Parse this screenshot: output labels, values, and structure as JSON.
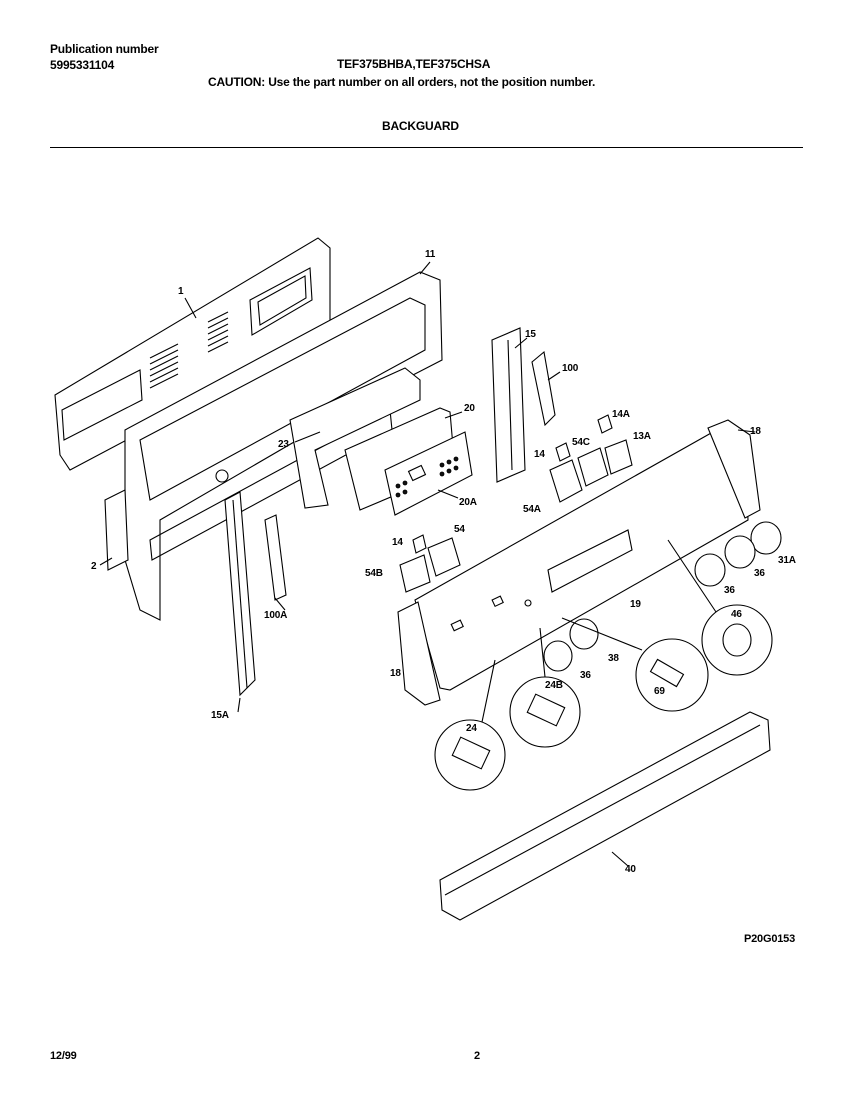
{
  "header": {
    "publication_label": "Publication number",
    "publication_number": "5995331104",
    "model_numbers": "TEF375BHBA,TEF375CHSA",
    "caution": "CAUTION:  Use the part number on all orders, not the position number.",
    "section_title": "BACKGUARD"
  },
  "diagram": {
    "drawing_id": "P20G0153",
    "callouts": {
      "c1": "1",
      "c11": "11",
      "c15": "15",
      "c100": "100",
      "c20": "20",
      "c23": "23",
      "c14a": "14A",
      "c18_right": "18",
      "c54c": "54C",
      "c13a": "13A",
      "c14_upper": "14",
      "c54a": "54A",
      "c20a": "20A",
      "c2": "2",
      "c54": "54",
      "c14_lower": "14",
      "c54b": "54B",
      "c31a": "31A",
      "c36_a": "36",
      "c36_b": "36",
      "c46": "46",
      "c19": "19",
      "c100a": "100A",
      "c38": "38",
      "c18_left": "18",
      "c36_c": "36",
      "c24b": "24B",
      "c69": "69",
      "c15a": "15A",
      "c24": "24",
      "c40": "40"
    }
  },
  "footer": {
    "date": "12/99",
    "page": "2"
  }
}
